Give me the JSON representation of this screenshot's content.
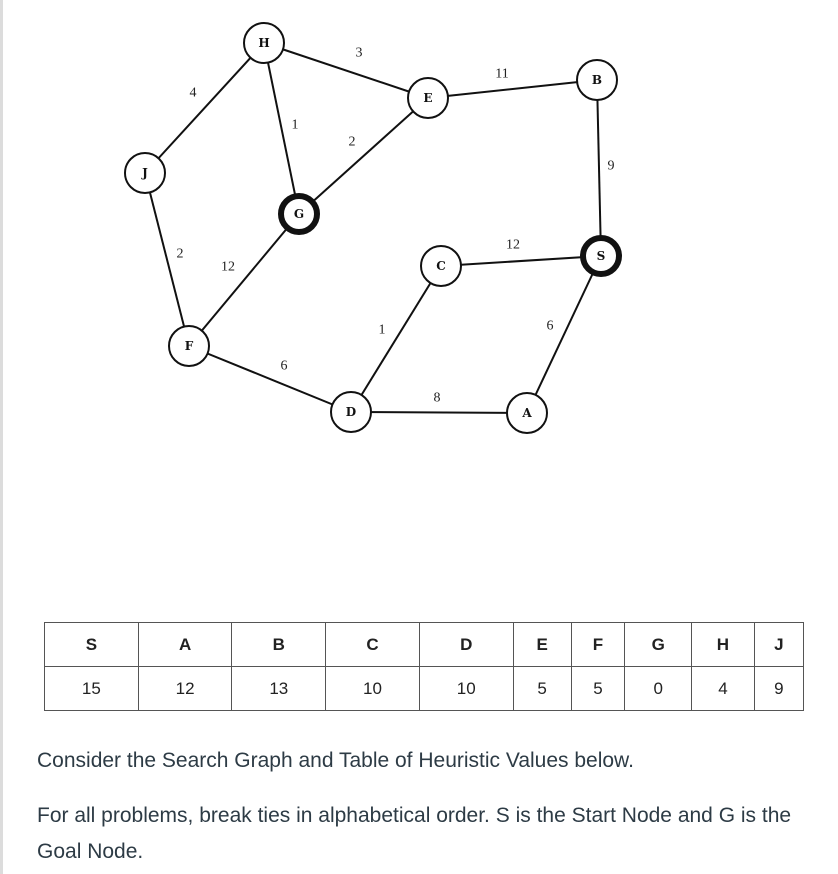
{
  "graph": {
    "nodes": [
      {
        "id": "H",
        "label": "H",
        "bold": false
      },
      {
        "id": "E",
        "label": "E",
        "bold": false
      },
      {
        "id": "B",
        "label": "B",
        "bold": false
      },
      {
        "id": "J",
        "label": "J",
        "bold": false
      },
      {
        "id": "G",
        "label": "G",
        "bold": true
      },
      {
        "id": "C",
        "label": "C",
        "bold": false
      },
      {
        "id": "S",
        "label": "S",
        "bold": true
      },
      {
        "id": "F",
        "label": "F",
        "bold": false
      },
      {
        "id": "D",
        "label": "D",
        "bold": false
      },
      {
        "id": "A",
        "label": "A",
        "bold": false
      }
    ],
    "edges": [
      {
        "from": "H",
        "to": "E",
        "weight": "3"
      },
      {
        "from": "H",
        "to": "J",
        "weight": "4"
      },
      {
        "from": "H",
        "to": "G",
        "weight": "1"
      },
      {
        "from": "G",
        "to": "E",
        "weight": "2"
      },
      {
        "from": "E",
        "to": "B",
        "weight": "11"
      },
      {
        "from": "B",
        "to": "S",
        "weight": "9"
      },
      {
        "from": "J",
        "to": "F",
        "weight": "2"
      },
      {
        "from": "F",
        "to": "G",
        "weight": "12"
      },
      {
        "from": "C",
        "to": "S",
        "weight": "12"
      },
      {
        "from": "F",
        "to": "D",
        "weight": "6"
      },
      {
        "from": "D",
        "to": "C",
        "weight": "1"
      },
      {
        "from": "D",
        "to": "A",
        "weight": "8"
      },
      {
        "from": "S",
        "to": "A",
        "weight": "6"
      }
    ]
  },
  "heuristics": {
    "headers": [
      "S",
      "A",
      "B",
      "C",
      "D",
      "E",
      "F",
      "G",
      "H",
      "J"
    ],
    "values": [
      "15",
      "12",
      "13",
      "10",
      "10",
      "5",
      "5",
      "0",
      "4",
      "9"
    ]
  },
  "text": {
    "intro": "Consider the Search Graph and Table of Heuristic Values below.",
    "instructions": "For all problems, break ties in alphabetical order. S is the Start Node and G is the Goal Node."
  }
}
